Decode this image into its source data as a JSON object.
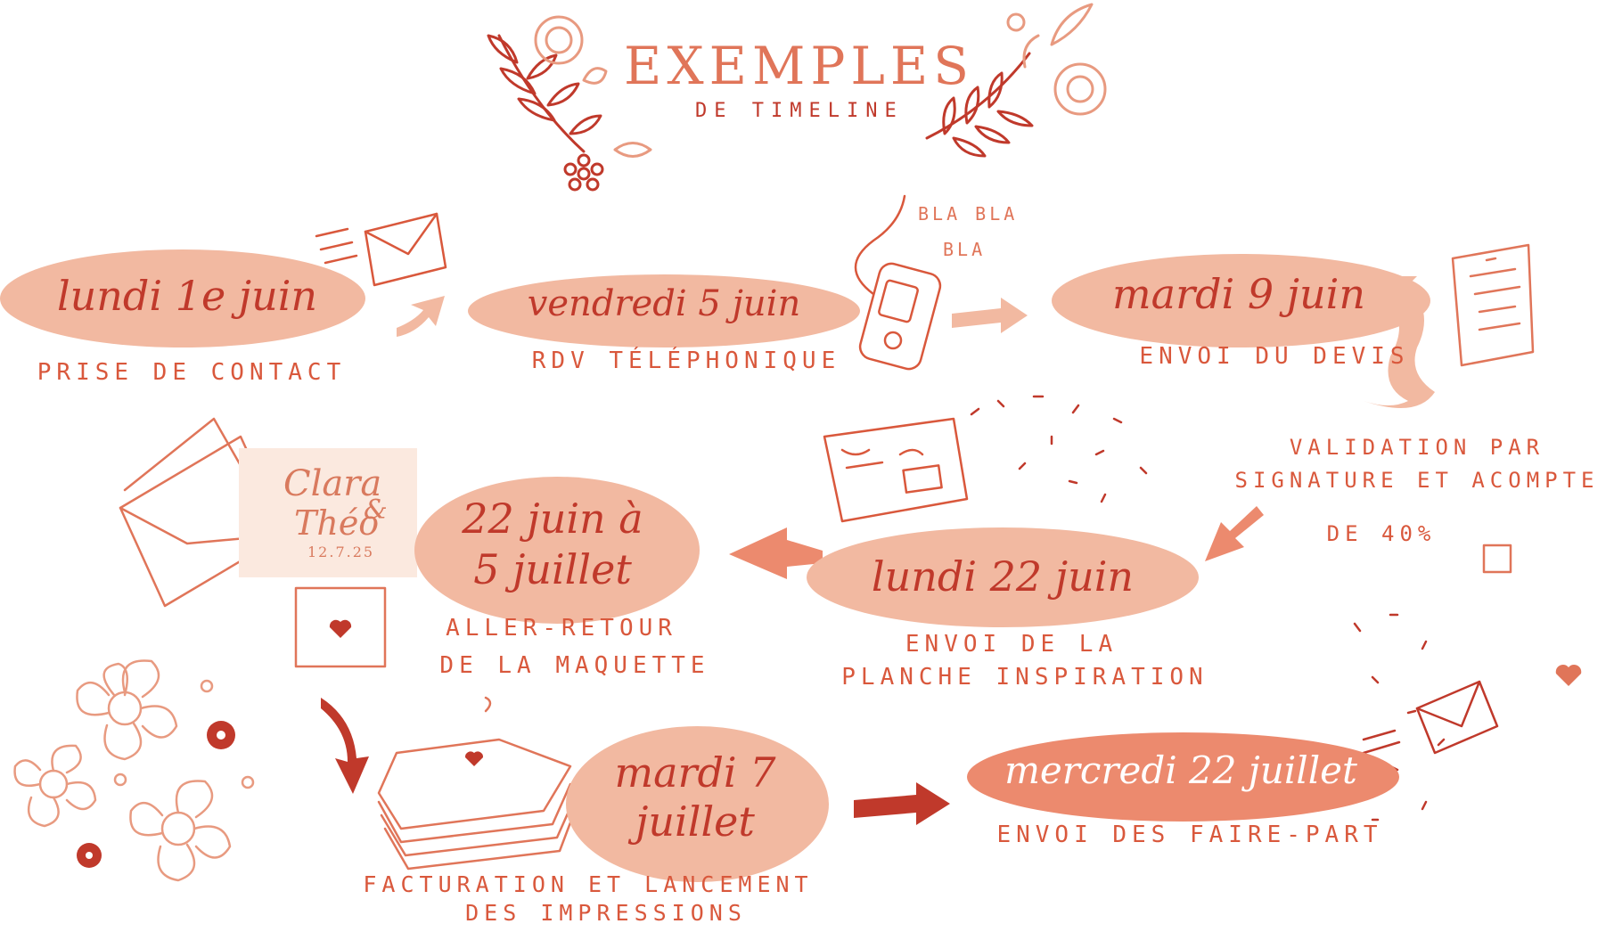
{
  "header": {
    "title": "EXEMPLES",
    "subtitle": "DE TIMELINE"
  },
  "steps": [
    {
      "date": "lundi 1e juin",
      "caption": "PRISE DE CONTACT"
    },
    {
      "date": "vendredi 5 juin",
      "caption": "RDV TÉLÉPHONIQUE"
    },
    {
      "date": "mardi 9 juin",
      "caption": "ENVOI DU DEVIS"
    },
    {
      "caption_lines": [
        "VALIDATION PAR",
        "SIGNATURE ET ACOMPTE",
        "DE 40%"
      ]
    },
    {
      "date": "lundi 22 juin",
      "caption_lines": [
        "ENVOI DE LA",
        "PLANCHE INSPIRATION"
      ]
    },
    {
      "date_lines": [
        "22 juin à",
        "5 juillet"
      ],
      "caption_lines": [
        "ALLER-RETOUR",
        "DE LA MAQUETTE"
      ]
    },
    {
      "date_lines": [
        "mardi 7",
        "juillet"
      ],
      "caption_lines": [
        "FACTURATION ET LANCEMENT",
        "DES IMPRESSIONS"
      ]
    },
    {
      "date": "mercredi 22 juillet",
      "caption": "ENVOI DES FAIRE-PART"
    }
  ],
  "phone_bubble": {
    "line1": "BLA BLA",
    "line2": "BLA"
  },
  "sample_card": {
    "name1": "Clara",
    "name2": "Théo",
    "amp": "&",
    "date": "12.7.25"
  },
  "colors": {
    "blob": "#f2b9a1",
    "blob_dark": "#ec8a6e",
    "accent": "#c0392b",
    "line": "#e07559"
  }
}
